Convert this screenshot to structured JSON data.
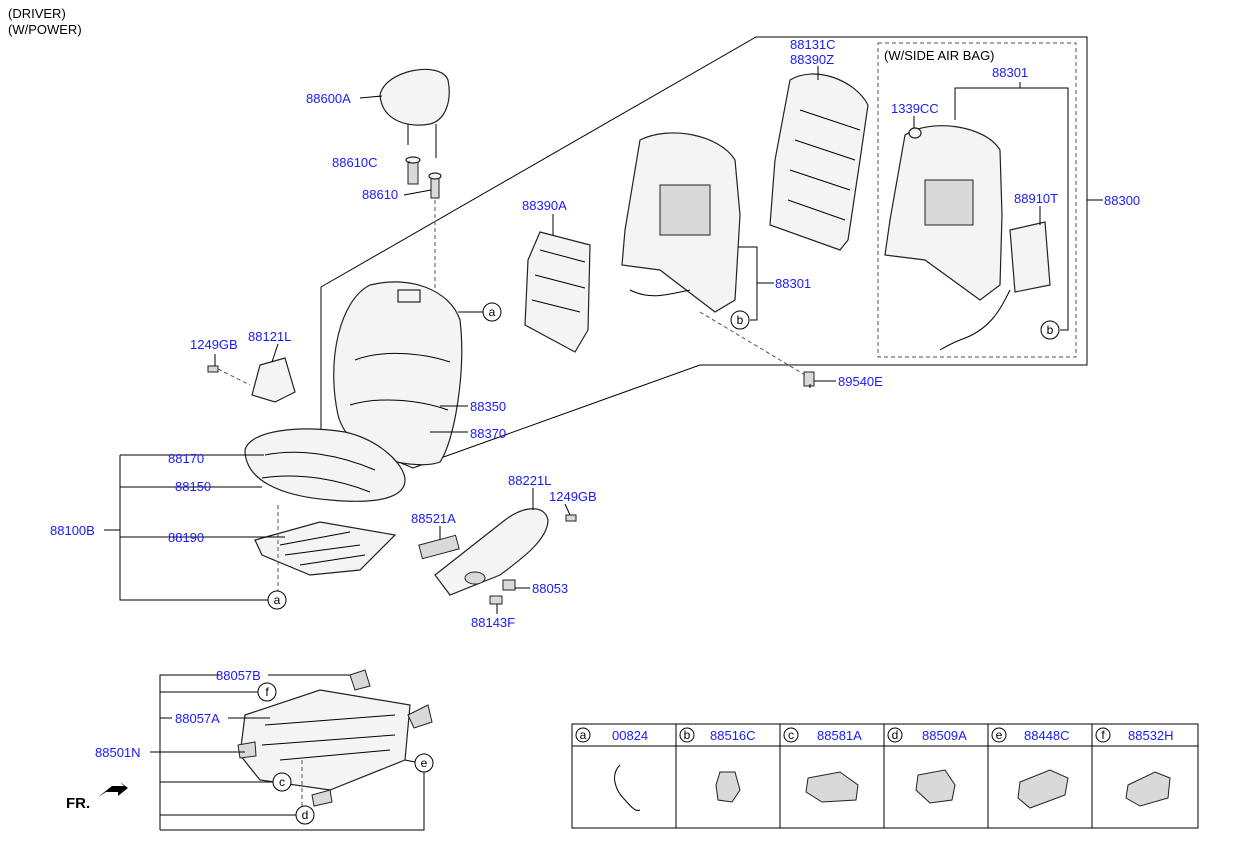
{
  "header": {
    "line1": "(DRIVER)",
    "line2": "(W/POWER)"
  },
  "subassembly_label": "(W/SIDE AIR BAG)",
  "fr_label": "FR.",
  "parts": [
    {
      "id": "88600A"
    },
    {
      "id": "88610C"
    },
    {
      "id": "88610"
    },
    {
      "id": "88390A"
    },
    {
      "id": "88131C"
    },
    {
      "id": "88390Z"
    },
    {
      "id": "88301"
    },
    {
      "id": "1339CC"
    },
    {
      "id": "88301"
    },
    {
      "id": "88910T"
    },
    {
      "id": "88300"
    },
    {
      "id": "89540E"
    },
    {
      "id": "1249GB"
    },
    {
      "id": "88121L"
    },
    {
      "id": "88350"
    },
    {
      "id": "88370"
    },
    {
      "id": "88170"
    },
    {
      "id": "88150"
    },
    {
      "id": "88100B"
    },
    {
      "id": "88190"
    },
    {
      "id": "88221L"
    },
    {
      "id": "1249GB"
    },
    {
      "id": "88521A"
    },
    {
      "id": "88053"
    },
    {
      "id": "88143F"
    },
    {
      "id": "88057B"
    },
    {
      "id": "88057A"
    },
    {
      "id": "88501N"
    }
  ],
  "callouts": [
    "a",
    "b",
    "b",
    "a",
    "f",
    "e",
    "c",
    "d"
  ],
  "legend": [
    {
      "key": "a",
      "part": "00824"
    },
    {
      "key": "b",
      "part": "88516C"
    },
    {
      "key": "c",
      "part": "88581A"
    },
    {
      "key": "d",
      "part": "88509A"
    },
    {
      "key": "e",
      "part": "88448C"
    },
    {
      "key": "f",
      "part": "88532H"
    }
  ]
}
